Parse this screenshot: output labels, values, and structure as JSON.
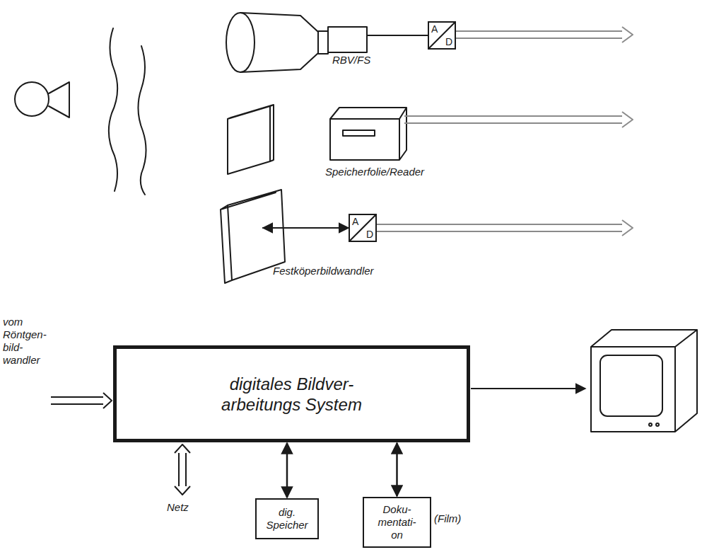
{
  "diagram": {
    "nodes": [
      {
        "text": [
          "A",
          "D"
        ]
      },
      {
        "text": [
          "A",
          "D"
        ]
      },
      {
        "text": [
          "digitales Bildver- arbeitungs System"
        ]
      },
      {
        "text": [
          "dig. Speicher"
        ]
      },
      {
        "text": [
          "Doku- mentati- on"
        ]
      }
    ],
    "edges": [
      {
        "from": 2,
        "to": 3,
        "arrow": "both"
      },
      {
        "from": 2,
        "to": 4,
        "arrow": "both"
      }
    ],
    "labels": [
      "RBV/FS",
      "Speicherfolie/Reader",
      "Festköperbildwandler",
      "vom Röntgen- bild- wandler",
      "Netz",
      "(Film)"
    ]
  }
}
